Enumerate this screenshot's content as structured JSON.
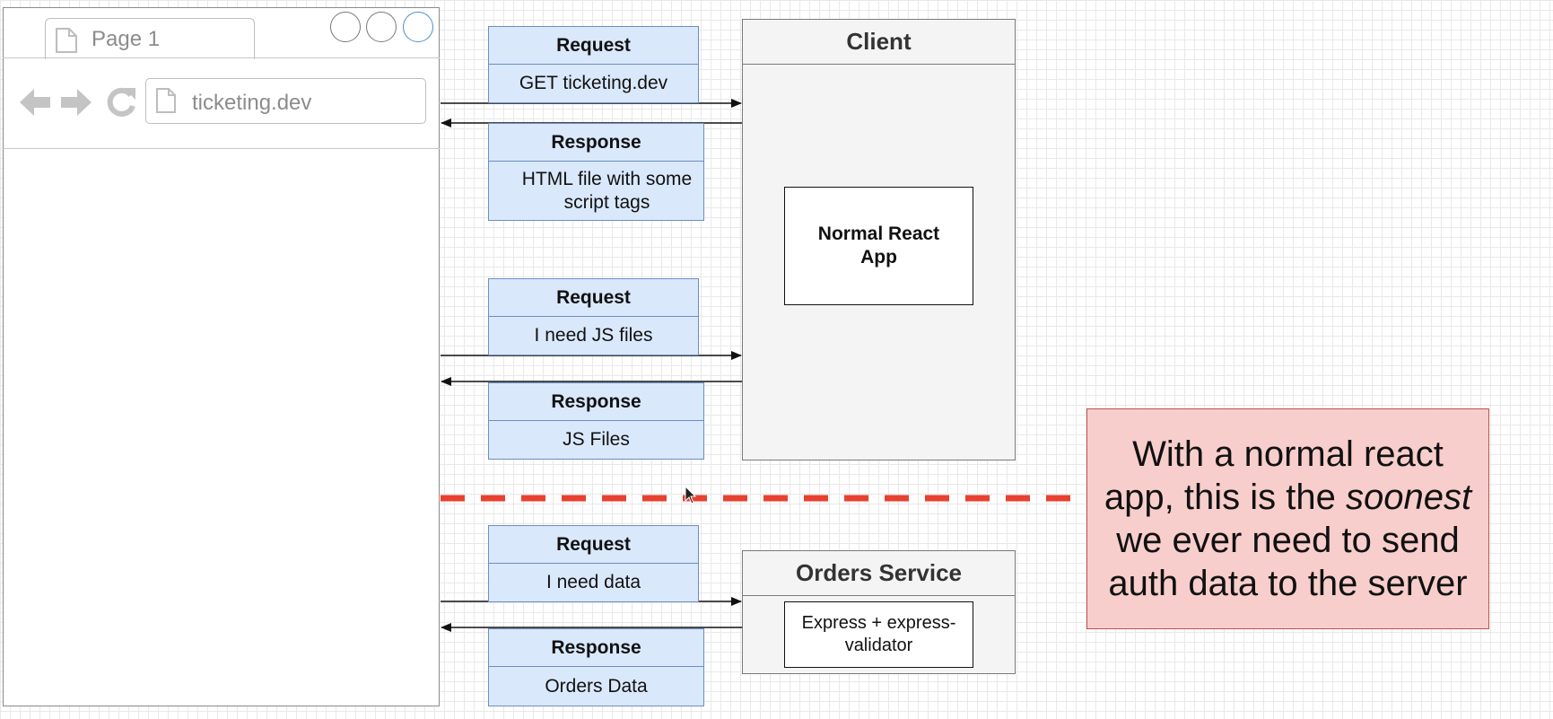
{
  "browser": {
    "tab_title": "Page 1",
    "url": "ticketing.dev",
    "icons": [
      "back-arrow-icon",
      "forward-arrow-icon",
      "reload-icon",
      "page-icon"
    ]
  },
  "flows": [
    {
      "request_title": "Request",
      "request_body": "GET ticketing.dev",
      "response_title": "Response",
      "response_body": "HTML file with some script tags"
    },
    {
      "request_title": "Request",
      "request_body": "I need JS files",
      "response_title": "Response",
      "response_body": "JS Files"
    },
    {
      "request_title": "Request",
      "request_body": "I need data",
      "response_title": "Response",
      "response_body": "Orders Data"
    }
  ],
  "client": {
    "title": "Client",
    "inner": "Normal React App"
  },
  "orders": {
    "title": "Orders Service",
    "inner": "Express + express-validator"
  },
  "note": {
    "pre": "With a normal react app, this is the",
    "emph": "soonest",
    "post": "we ever need to send auth data to the server"
  },
  "colors": {
    "msg_fill": "#dae8fc",
    "msg_stroke": "#6c8ebf",
    "note_fill": "#f8cecc",
    "note_stroke": "#b85450",
    "divider": "#e8412f",
    "service_fill": "#f4f4f4"
  }
}
